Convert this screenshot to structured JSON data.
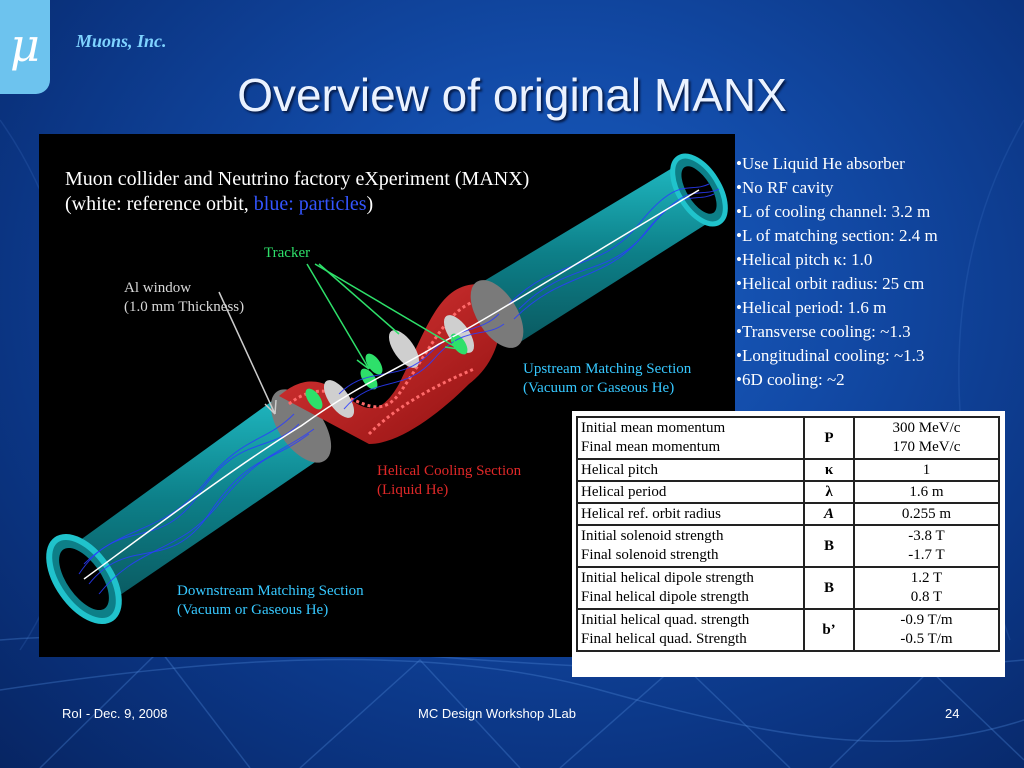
{
  "brand": {
    "logo_symbol": "μ",
    "name": "Muons, Inc."
  },
  "slide": {
    "title": "Overview of original MANX"
  },
  "figure": {
    "heading_line1": "Muon collider and Neutrino factory eXperiment (MANX)",
    "heading_line2_white": "(white: reference orbit,",
    "heading_line2_blue": "blue: particles",
    "heading_line2_close": ")",
    "tracker": "Tracker",
    "al_window_line1": "Al window",
    "al_window_line2": "(1.0 mm Thickness)",
    "upstream_line1": "Upstream Matching Section",
    "upstream_line2": "(Vacuum or Gaseous He)",
    "helical_line1": "Helical Cooling Section",
    "helical_line2": "(Liquid He)",
    "downstream_line1": "Downstream Matching Section",
    "downstream_line2": "(Vacuum or Gaseous He)",
    "colors": {
      "tube": "#0f8f99",
      "coil": "#c81f1f",
      "tracker": "#2ee06a",
      "particles": "#2a3cff",
      "label_cyan": "#36c8ff"
    }
  },
  "bullets": [
    "•Use Liquid He absorber",
    "•No RF cavity",
    "•L of cooling channel: 3.2 m",
    "•L of matching section: 2.4 m",
    "•Helical pitch κ: 1.0",
    "•Helical orbit radius: 25 cm",
    "•Helical period: 1.6 m",
    "•Transverse cooling: ~1.3",
    "•Longitudinal cooling: ~1.3",
    "•6D cooling: ~2"
  ],
  "params_table": {
    "rows": [
      {
        "name1": "Initial mean momentum",
        "name2": "Final mean momentum",
        "symbol": "P",
        "value1": "300 MeV/c",
        "value2": "170 MeV/c"
      },
      {
        "name1": "Helical pitch",
        "name2": "",
        "symbol": "κ",
        "value1": "1",
        "value2": ""
      },
      {
        "name1": "Helical period",
        "name2": "",
        "symbol": "λ",
        "value1": "1.6 m",
        "value2": ""
      },
      {
        "name1": "Helical ref. orbit radius",
        "name2": "",
        "symbol": "A",
        "value1": "0.255 m",
        "value2": ""
      },
      {
        "name1": "Initial solenoid strength",
        "name2": "Final solenoid strength",
        "symbol": "B",
        "value1": "-3.8 T",
        "value2": "-1.7 T"
      },
      {
        "name1": "Initial helical dipole strength",
        "name2": "Final helical dipole strength",
        "symbol": "B",
        "value1": "1.2 T",
        "value2": "0.8 T"
      },
      {
        "name1": "Initial helical quad. strength",
        "name2": "Final helical quad. Strength",
        "symbol": "b’",
        "value1": "-0.9 T/m",
        "value2": "-0.5 T/m"
      }
    ]
  },
  "footer": {
    "left": "RoI - Dec. 9, 2008",
    "center": "MC Design Workshop JLab",
    "page": "24"
  },
  "theme": {
    "background": "#124aa6",
    "logo_bg": "#6dc3ee",
    "brand_color": "#7fd3ff"
  }
}
